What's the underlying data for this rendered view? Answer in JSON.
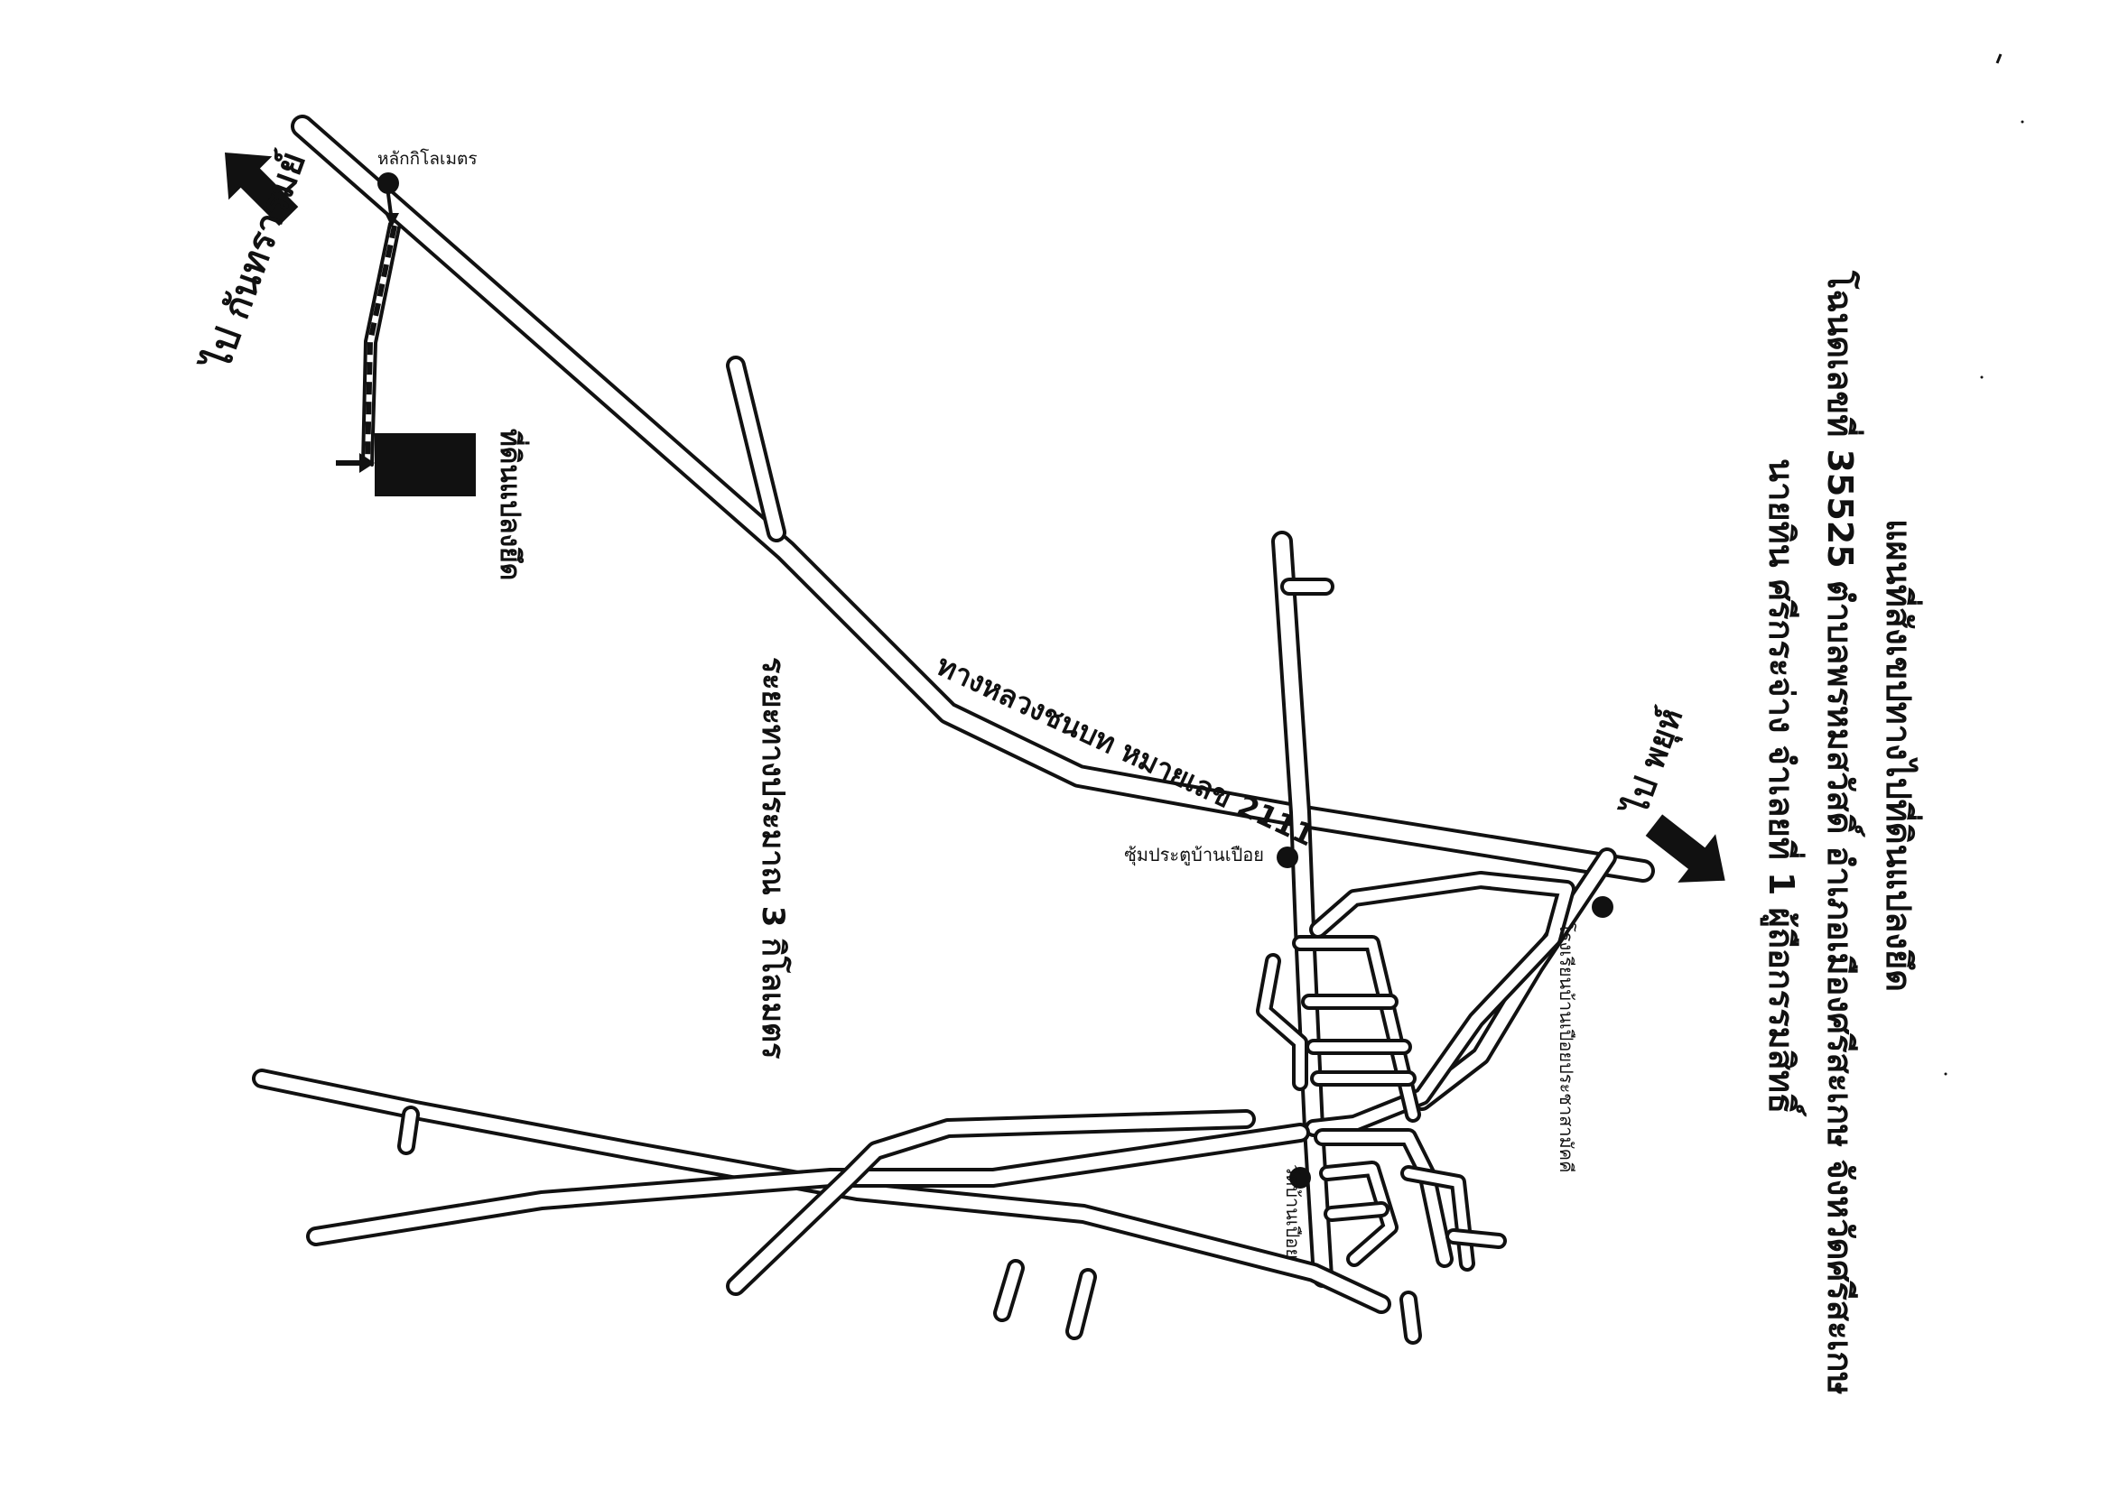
{
  "header": {
    "line1": "แผนที่สังเขปทางไปที่ดินแปลงยึด",
    "line2": "โฉนดเลขที่ 35525 ตำบลพรหมสวัสดิ์ อำเภอเมืองศรีสะเกษ จังหวัดศรีสะเกษ",
    "line3": "นายทิน ศรีกระจ่าง จำเลยที่ 1 ผู้ถือกรรมสิทธิ์"
  },
  "labels": {
    "km_marker": "หลักกิโลเมตร",
    "seized_land": "ที่ดินแปลงยึด",
    "to_kanthararom": "ไป กันทรารมย์",
    "highway": "ทางหลวงชนบท หมายเลข 2111",
    "distance": "ระยะทางประมาณ 3 กิโลเมตร",
    "village_gate": "ซุ้มประตูบ้านเปือย",
    "to_phayu": "ไป พยุห์",
    "school": "โรงเรียนบ้านเปือยประชาสามัคคี",
    "temple": "วัดบ้านเปือย"
  },
  "colors": {
    "ink": "#111111",
    "paper": "#ffffff"
  }
}
